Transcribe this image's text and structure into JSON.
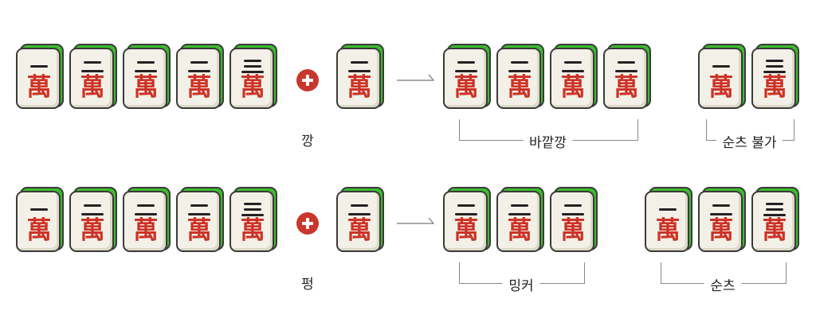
{
  "colors": {
    "tile_green": "#3dbb2e",
    "tile_face": "#f3f1e7",
    "character_red": "#cc3328",
    "plus_red": "#c9372c"
  },
  "suit_char": "萬",
  "rows": [
    {
      "hand": [
        1,
        2,
        2,
        2,
        3
      ],
      "draw": 2,
      "action_label": "깡",
      "groups": [
        {
          "tiles": [
            2,
            2,
            2,
            2
          ],
          "label": "바깥깡"
        },
        {
          "tiles": [
            1,
            3
          ],
          "label": "순츠 불가"
        }
      ]
    },
    {
      "hand": [
        1,
        2,
        2,
        2,
        3
      ],
      "draw": 2,
      "action_label": "펑",
      "groups": [
        {
          "tiles": [
            2,
            2,
            2
          ],
          "label": "밍커"
        },
        {
          "tiles": [
            1,
            2,
            3
          ],
          "label": "순츠"
        }
      ]
    }
  ]
}
